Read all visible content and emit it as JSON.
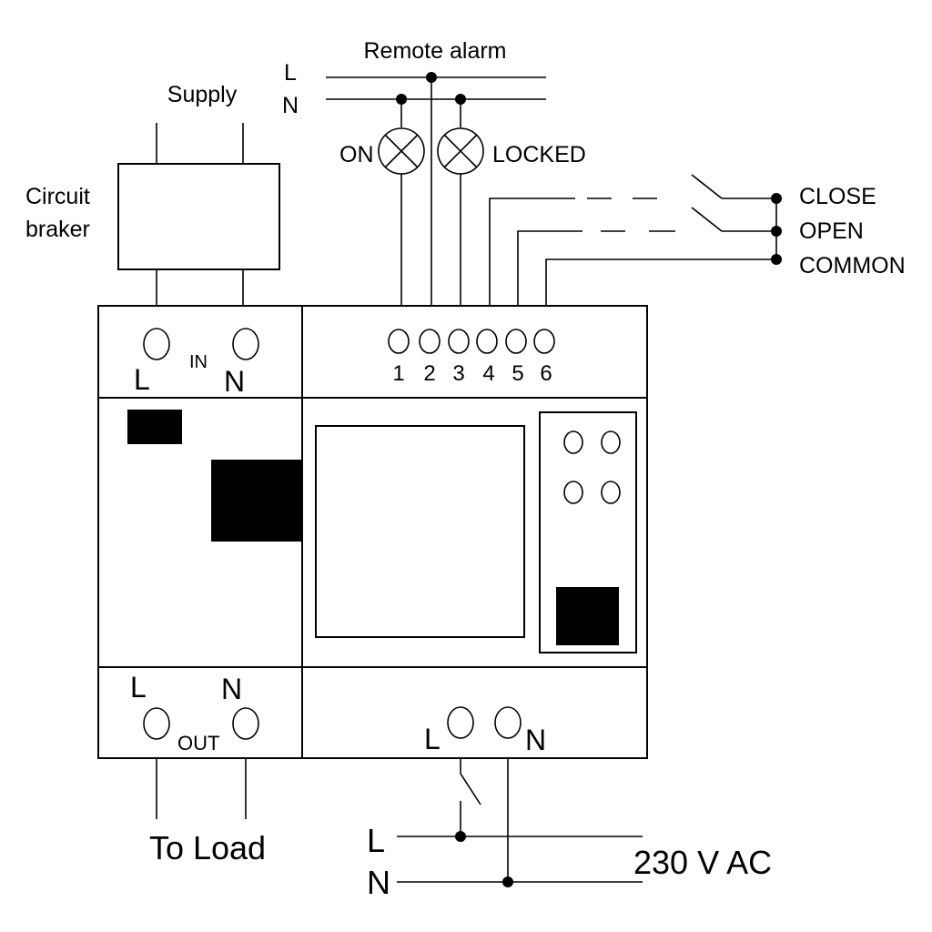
{
  "labels": {
    "remote_alarm": "Remote alarm",
    "alarm_L": "L",
    "alarm_N": "N",
    "supply": "Supply",
    "circuit_breaker_line1": "Circuit",
    "circuit_breaker_line2": "braker",
    "lamp_on": "ON",
    "lamp_locked": "LOCKED",
    "close": "CLOSE",
    "open": "OPEN",
    "common": "COMMON",
    "in": "IN",
    "in_L": "L",
    "in_N": "N",
    "terminals": [
      "1",
      "2",
      "3",
      "4",
      "5",
      "6"
    ],
    "out": "OUT",
    "out_L": "L",
    "out_N": "N",
    "power_L": "L",
    "power_N": "N",
    "to_load": "To Load",
    "mains_L": "L",
    "mains_N": "N",
    "voltage": "230 V AC"
  }
}
